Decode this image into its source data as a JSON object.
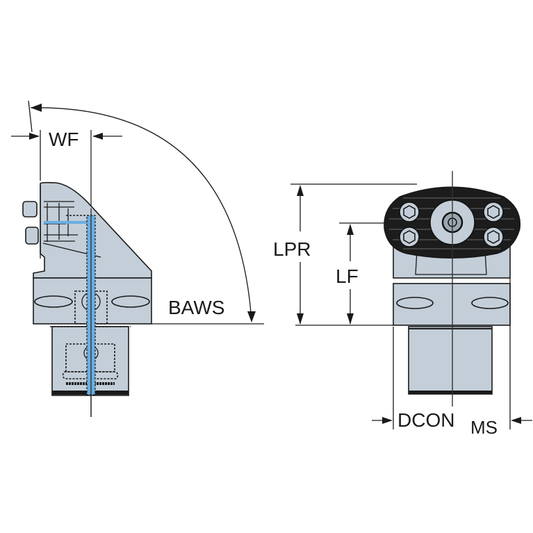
{
  "drawing": {
    "title": "Tool holder dimension drawing",
    "colors": {
      "body": "#c3ced8",
      "coolant": "#6aaee0",
      "line": "#1a1a1a",
      "clamp": "#1c1c1c"
    },
    "side_view": {
      "labels": {
        "wf": "WF",
        "baws": "BAWS"
      }
    },
    "front_view": {
      "labels": {
        "lpr": "LPR",
        "lf": "LF",
        "dcon_main": "DCON",
        "dcon_sub": "MS"
      }
    }
  }
}
